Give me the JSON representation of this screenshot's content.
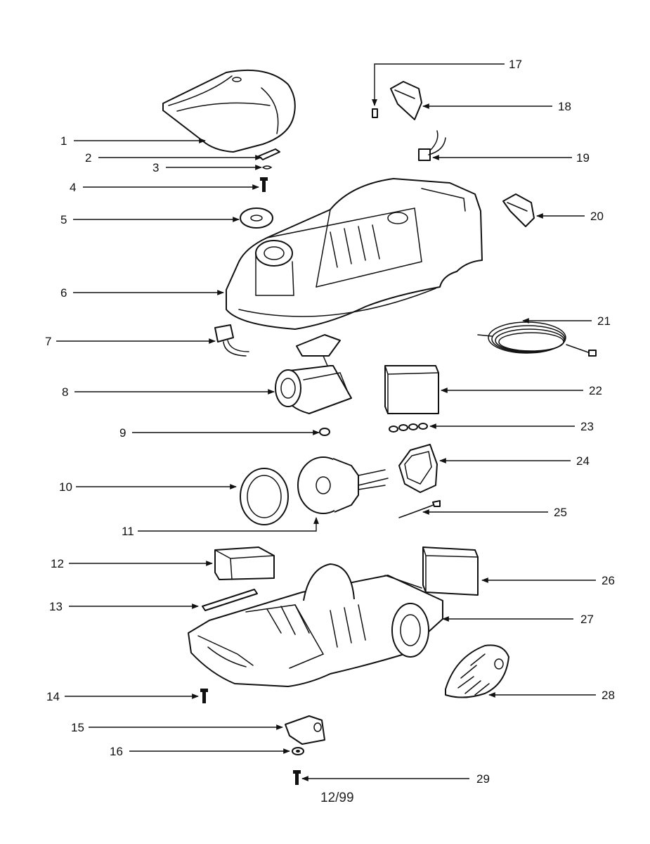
{
  "footer": {
    "page_label": "12/99"
  },
  "callouts": [
    {
      "number": "1"
    },
    {
      "number": "2"
    },
    {
      "number": "3"
    },
    {
      "number": "4"
    },
    {
      "number": "5"
    },
    {
      "number": "6"
    },
    {
      "number": "7"
    },
    {
      "number": "8"
    },
    {
      "number": "9"
    },
    {
      "number": "10"
    },
    {
      "number": "11"
    },
    {
      "number": "12"
    },
    {
      "number": "13"
    },
    {
      "number": "14"
    },
    {
      "number": "15"
    },
    {
      "number": "16"
    },
    {
      "number": "17"
    },
    {
      "number": "18"
    },
    {
      "number": "19"
    },
    {
      "number": "20"
    },
    {
      "number": "21"
    },
    {
      "number": "22"
    },
    {
      "number": "23"
    },
    {
      "number": "24"
    },
    {
      "number": "25"
    },
    {
      "number": "26"
    },
    {
      "number": "27"
    },
    {
      "number": "28"
    },
    {
      "number": "29"
    }
  ]
}
